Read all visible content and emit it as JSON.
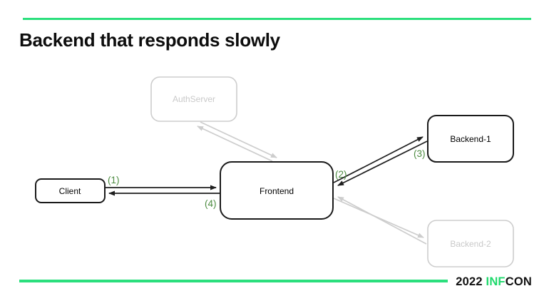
{
  "slide": {
    "title": "Backend that responds slowly",
    "colors": {
      "accent_green": "#2BDF7D",
      "edge_label_green": "#4C8B40",
      "active_black": "#1A1A1A",
      "inactive_gray": "#CDCDCD"
    }
  },
  "diagram": {
    "nodes": [
      {
        "id": "client",
        "label": "Client",
        "state": "active"
      },
      {
        "id": "frontend",
        "label": "Frontend",
        "state": "active"
      },
      {
        "id": "authserver",
        "label": "AuthServer",
        "state": "inactive"
      },
      {
        "id": "backend-1",
        "label": "Backend-1",
        "state": "active"
      },
      {
        "id": "backend-2",
        "label": "Backend-2",
        "state": "inactive"
      }
    ],
    "edges": [
      {
        "id": "1",
        "label": "(1)",
        "from": "Client",
        "to": "Frontend",
        "state": "active"
      },
      {
        "id": "2",
        "label": "(2)",
        "from": "Frontend",
        "to": "Backend-1",
        "state": "active"
      },
      {
        "id": "3",
        "label": "(3)",
        "from": "Backend-1",
        "to": "Frontend",
        "state": "active"
      },
      {
        "id": "4",
        "label": "(4)",
        "from": "Frontend",
        "to": "Client",
        "state": "active"
      },
      {
        "id": "auth-request",
        "label": "",
        "from": "Frontend",
        "to": "AuthServer",
        "state": "inactive"
      },
      {
        "id": "auth-response",
        "label": "",
        "from": "AuthServer",
        "to": "Frontend",
        "state": "inactive"
      },
      {
        "id": "b2-request",
        "label": "",
        "from": "Frontend",
        "to": "Backend-2",
        "state": "inactive"
      },
      {
        "id": "b2-response",
        "label": "",
        "from": "Backend-2",
        "to": "Frontend",
        "state": "inactive"
      }
    ]
  },
  "footer": {
    "year": "2022",
    "brand_highlight": "INF",
    "brand_rest": "CON"
  }
}
